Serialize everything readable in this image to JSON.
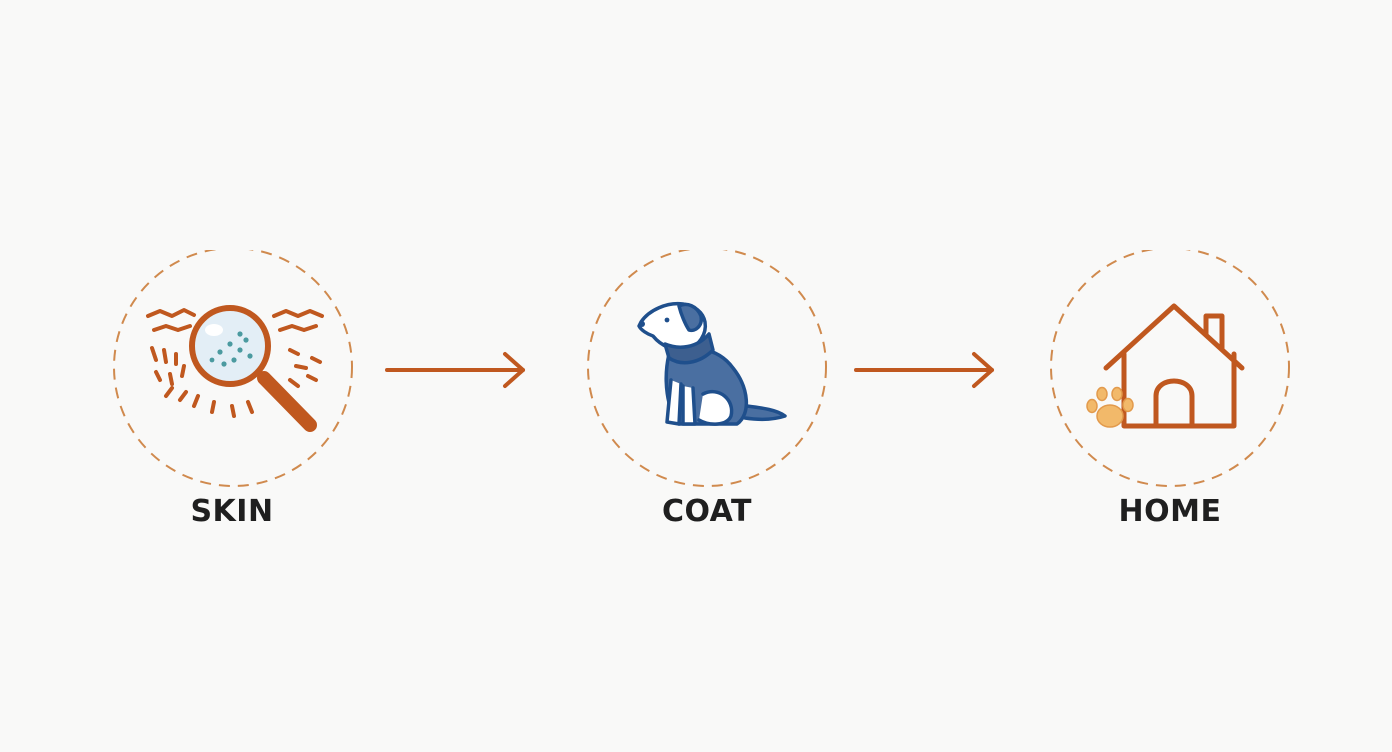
{
  "steps": [
    {
      "label": "SKIN",
      "icon": "magnifier-skin-icon"
    },
    {
      "label": "COAT",
      "icon": "sitting-dog-icon"
    },
    {
      "label": "HOME",
      "icon": "house-paw-icon"
    }
  ],
  "colors": {
    "accent": "#c0581f",
    "dashed_ring": "#d08a4e",
    "dog_fill": "#4a6fa1",
    "dog_stroke": "#1f4f8c",
    "paw": "#f2b96a",
    "lens": "#e3eef6",
    "dots": "#4b9aa0",
    "text": "#1f1f1f",
    "background": "#f9f9f8"
  }
}
